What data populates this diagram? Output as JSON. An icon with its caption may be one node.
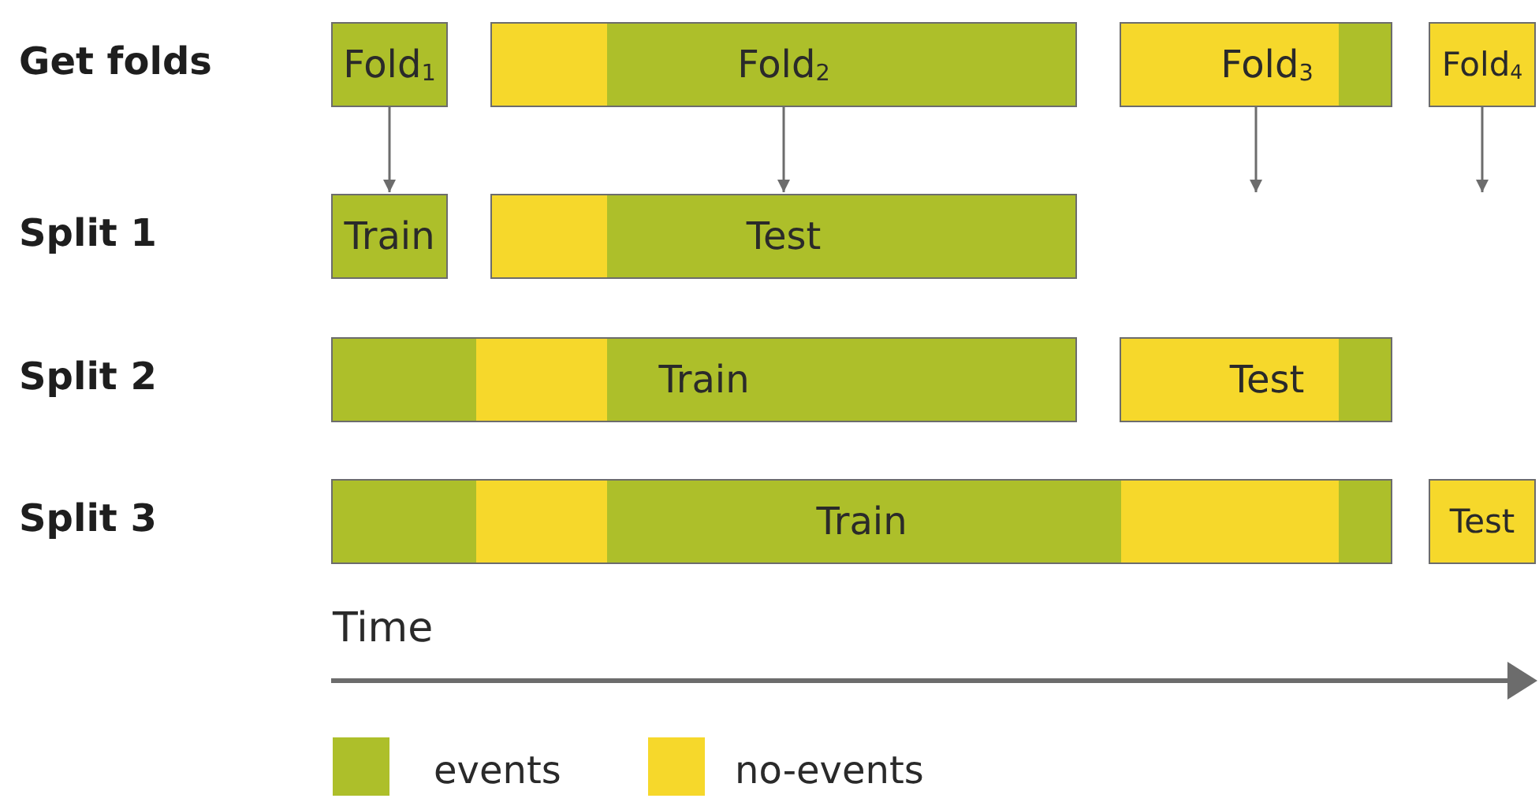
{
  "diagram": {
    "nodes": [
      {
        "text": [
          "Fold$_{1}$"
        ]
      },
      {
        "text": [
          "Fold$_{2}$"
        ]
      },
      {
        "text": [
          "Fold$_{3}$"
        ]
      },
      {
        "text": [
          "Fold$_{4}$"
        ]
      },
      {
        "text": [
          "Train"
        ]
      },
      {
        "text": [
          "Test"
        ]
      },
      {
        "text": [
          "Train"
        ]
      },
      {
        "text": [
          "Test"
        ]
      },
      {
        "text": [
          "Train"
        ]
      },
      {
        "text": [
          "Test"
        ]
      }
    ],
    "edges": [
      {
        "from": 0,
        "to": 4,
        "arrow": "to"
      },
      {
        "from": 1,
        "to": 5,
        "arrow": "to"
      },
      {
        "from": 2,
        "to": null,
        "arrow": "to"
      },
      {
        "from": 3,
        "to": null,
        "arrow": "to"
      }
    ],
    "labels": [
      "Get folds",
      "Split 1",
      "Split 2",
      "Split 3",
      "Time"
    ],
    "legend": [
      {
        "text": "events",
        "color": "#adbf2a"
      },
      {
        "text": "no-events",
        "color": "#f6d82b"
      }
    ]
  }
}
